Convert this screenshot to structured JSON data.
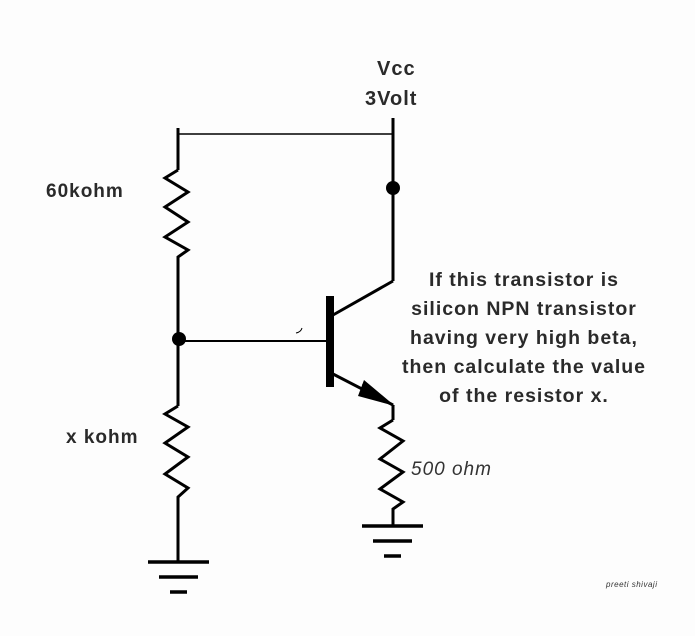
{
  "diagram": {
    "type": "circuit-schematic",
    "supply": {
      "name": "Vcc",
      "value": "3Volt"
    },
    "components": {
      "r1": {
        "label": "60kohm"
      },
      "r2": {
        "label": "x kohm"
      },
      "re": {
        "label": "500 ohm"
      },
      "transistor": {
        "type": "NPN"
      }
    },
    "question_lines": [
      "If this transistor is",
      "silicon NPN transistor",
      "having very high beta,",
      "then calculate the value",
      "of the resistor x."
    ],
    "author": "preeti shivaji"
  }
}
